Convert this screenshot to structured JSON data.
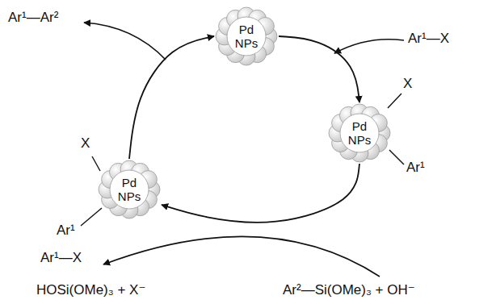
{
  "diagram": {
    "nodes": [
      {
        "text": [
          "Pd NPs"
        ]
      },
      {
        "text": [
          "Pd NPs"
        ]
      },
      {
        "text": [
          "Pd NPs"
        ]
      }
    ],
    "edges": [
      {
        "from": 0,
        "to": 1,
        "arrow": "to"
      },
      {
        "from": 1,
        "to": 2,
        "arrow": "to"
      },
      {
        "from": 2,
        "to": 0,
        "arrow": "to"
      }
    ],
    "labels": [
      "Ar¹—Ar²",
      "Ar¹—X",
      "X",
      "Ar¹",
      "X",
      "Ar¹",
      "Ar¹—X",
      "HOSi(OMe)₃ + X⁻",
      "Ar²—Si(OMe)₃ + OH⁻"
    ]
  }
}
